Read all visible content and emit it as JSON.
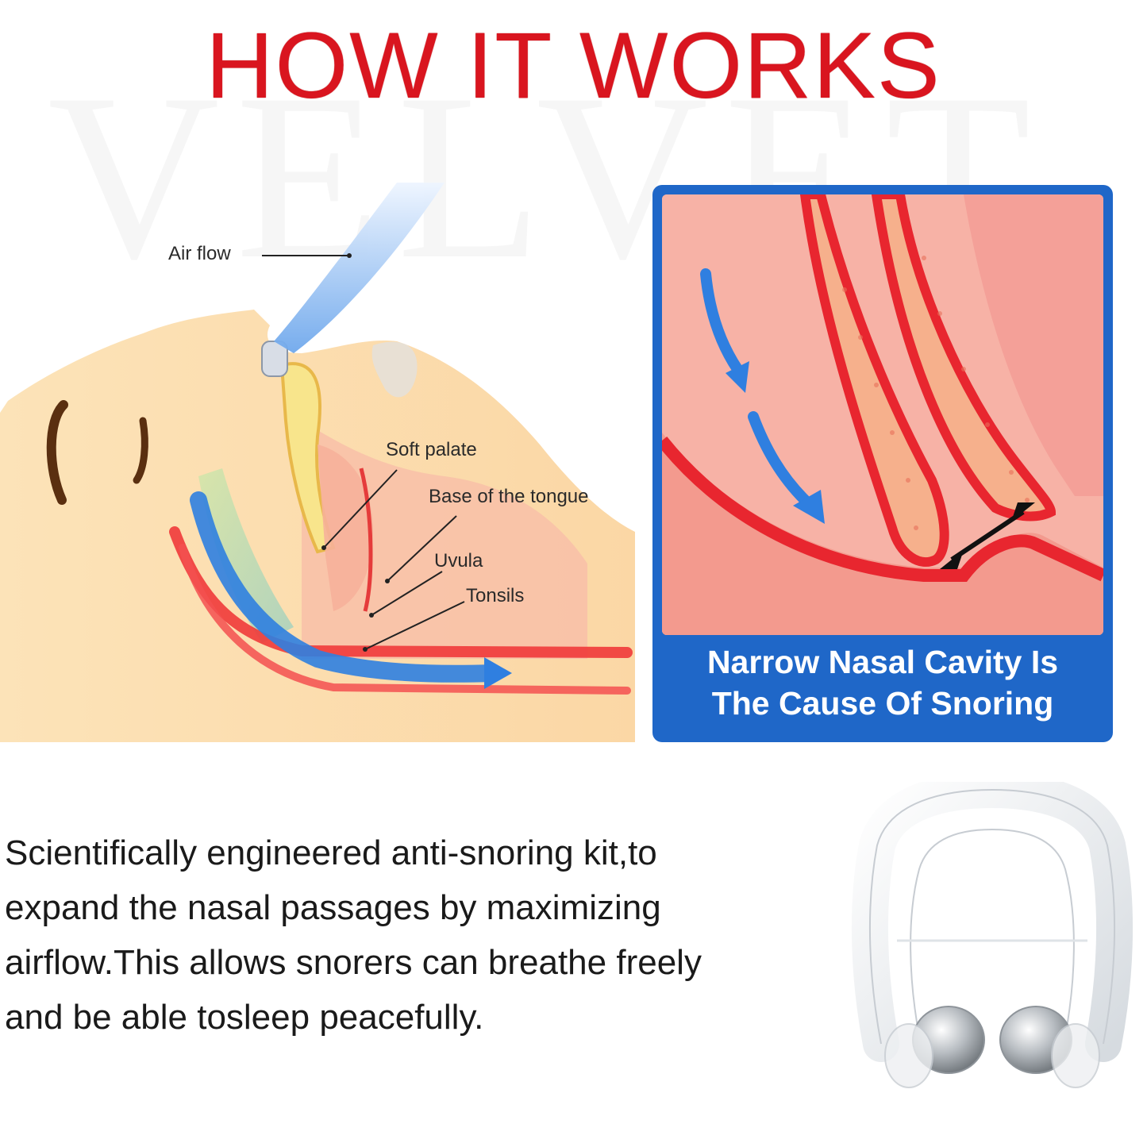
{
  "title": "HOW IT WORKS",
  "watermark": "VELVET",
  "anatomy": {
    "labels": {
      "air_flow": "Air flow",
      "soft_palate": "Soft palate",
      "base_tongue": "Base of the tongue",
      "uvula": "Uvula",
      "tonsils": "Tonsils"
    }
  },
  "panel": {
    "caption_line1": "Narrow Nasal Cavity Is",
    "caption_line2": "The Cause Of Snoring"
  },
  "description": {
    "line1": "Scientifically engineered anti-snoring kit,to",
    "line2": "expand the nasal passages by maximizing",
    "line3": "airflow.This allows snorers can breathe freely",
    "line4": "and be able tosleep peacefully."
  },
  "colors": {
    "title": "#d9151f",
    "panel_border": "#1f67c8",
    "skin": "#fbd9a8",
    "airway_red": "#f03a3a",
    "airflow_blue": "#2f7fe0"
  },
  "icons": [
    "air-flow-arrow-icon",
    "double-arrow-icon",
    "nose-clip-product-image"
  ]
}
